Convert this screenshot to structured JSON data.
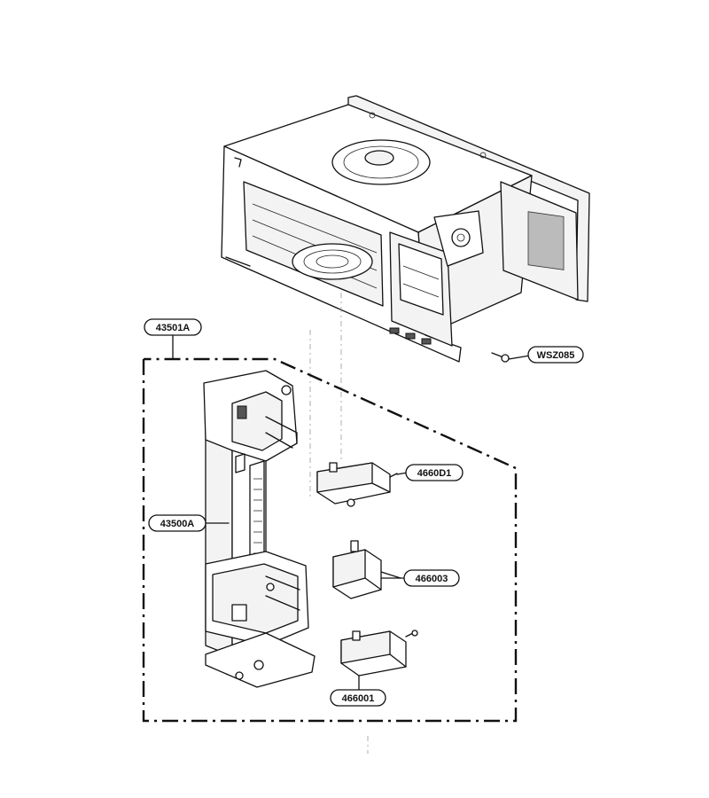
{
  "callouts": {
    "assembly": "43501A",
    "frame": "43500A",
    "screw": "WSZ085",
    "switch_top": "4660D1",
    "switch_middle": "466003",
    "switch_bottom": "466001"
  }
}
